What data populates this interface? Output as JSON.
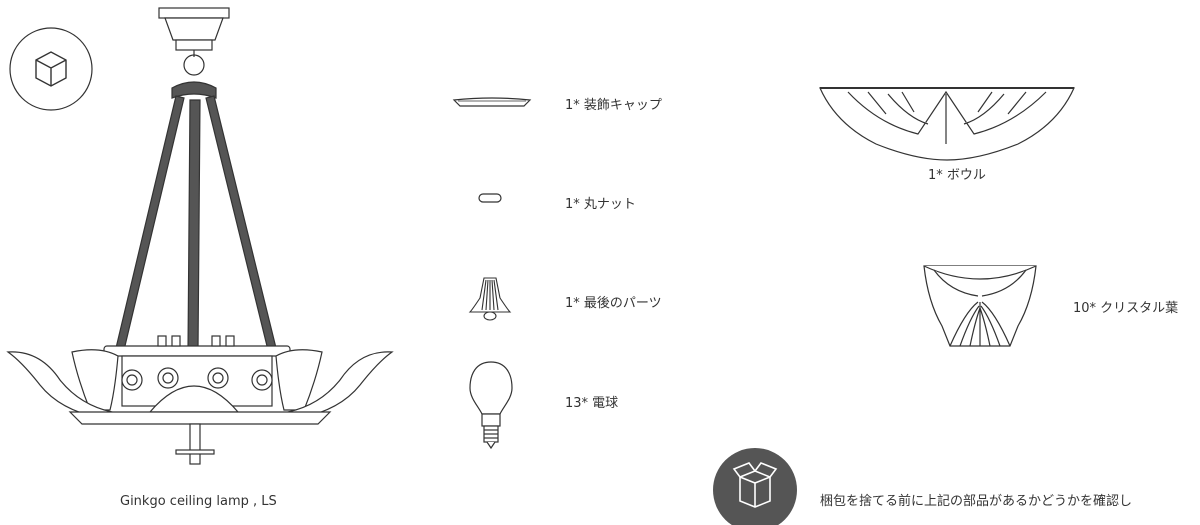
{
  "box_icon": "box-icon",
  "lamp": {
    "caption": "Ginkgo ceiling lamp , LS"
  },
  "parts": [
    {
      "icon": "decorative-cap-icon",
      "label": "1* 装飾キャップ"
    },
    {
      "icon": "round-nut-icon",
      "label": "1* 丸ナット"
    },
    {
      "icon": "final-part-icon",
      "label": "1* 最後のパーツ"
    },
    {
      "icon": "light-bulb-icon",
      "label": "13* 電球"
    },
    {
      "icon": "bowl-icon",
      "label": "1* ボウル"
    },
    {
      "icon": "crystal-leaf-icon",
      "label": "10* クリスタル葉"
    }
  ],
  "notice": {
    "icon": "open-box-icon",
    "text": "梱包を捨てる前に上記の部品があるかどうかを確認し"
  }
}
